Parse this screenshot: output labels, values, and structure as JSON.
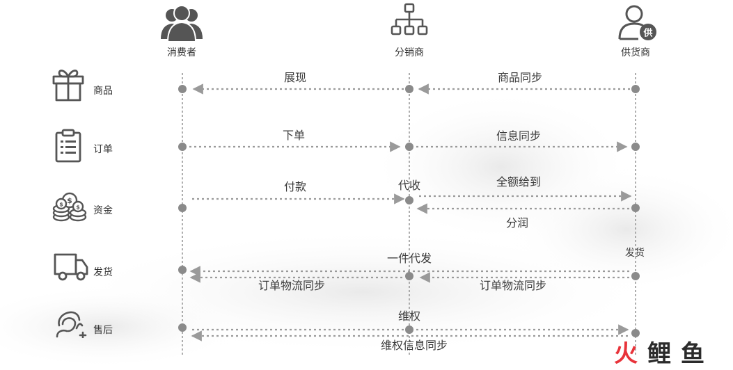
{
  "actors": {
    "consumer": "消费者",
    "distributor": "分销商",
    "supplier": "供货商",
    "supplier_badge": "供"
  },
  "rows": {
    "goods": "商品",
    "order": "订单",
    "funds": "资金",
    "shipping": "发货",
    "after_sales": "售后"
  },
  "messages": {
    "display": "展现",
    "goods_sync": "商品同步",
    "place_order": "下单",
    "info_sync": "信息同步",
    "pay": "付款",
    "collect_on_behalf": "代收",
    "full_amount": "全额给到",
    "profit_share": "分润",
    "dropship": "一件代发",
    "ship": "发货",
    "logistics_sync_left": "订单物流同步",
    "logistics_sync_right": "订单物流同步",
    "rights": "维权",
    "rights_info_sync": "维权信息同步"
  },
  "brand": {
    "c1": "火",
    "c2": "鲤",
    "c3": "鱼"
  },
  "colors": {
    "line": "#9a9a9a",
    "dot": "#8a8a8a",
    "icon": "#555555",
    "brand_red": "#e8333a",
    "brand_dark": "#2b2b2b"
  }
}
